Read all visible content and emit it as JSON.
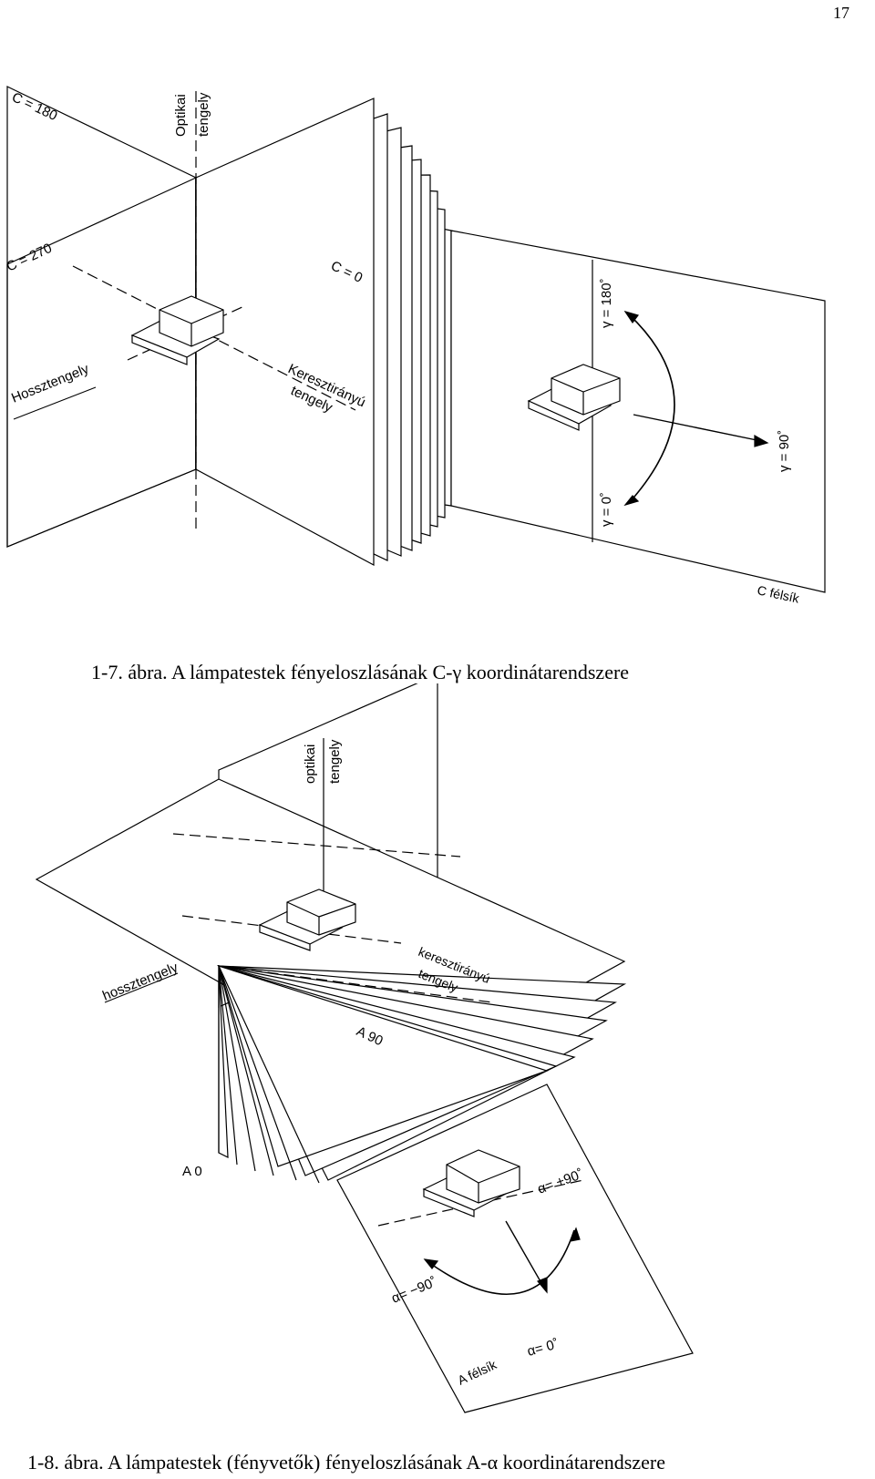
{
  "page": {
    "number": "17"
  },
  "figure1": {
    "caption": "1-7. ábra. A lámpatestek fényeloszlásának C-γ koordinátarendszere",
    "labels": {
      "c180": "C = 180",
      "c270": "C = 270",
      "c0": "C = 0",
      "optical_axis_1": "Optikai",
      "optical_axis_2": "tengely",
      "long_axis": "Hossztengely",
      "cross_axis_1": "Keresztirányú",
      "cross_axis_2": "tengely",
      "gamma180": "γ = 180˚",
      "gamma90": "γ = 90˚",
      "gamma0": "γ = 0˚",
      "half_plane": "C félsík"
    }
  },
  "figure2": {
    "caption": "1-8. ábra. A lámpatestek (fényvetők) fényeloszlásának A-α koordinátarendszere",
    "labels": {
      "optical_axis_1": "optikai",
      "optical_axis_2": "tengely",
      "long_axis": "hossztengely",
      "cross_axis_1": "keresztirányú",
      "cross_axis_2": "tengely",
      "a90": "A 90",
      "a0": "A 0",
      "alpha_p90": "α= +90˚",
      "alpha_m90": "α= −90˚",
      "alpha0": "α= 0˚",
      "half_plane": "A félsík"
    }
  }
}
